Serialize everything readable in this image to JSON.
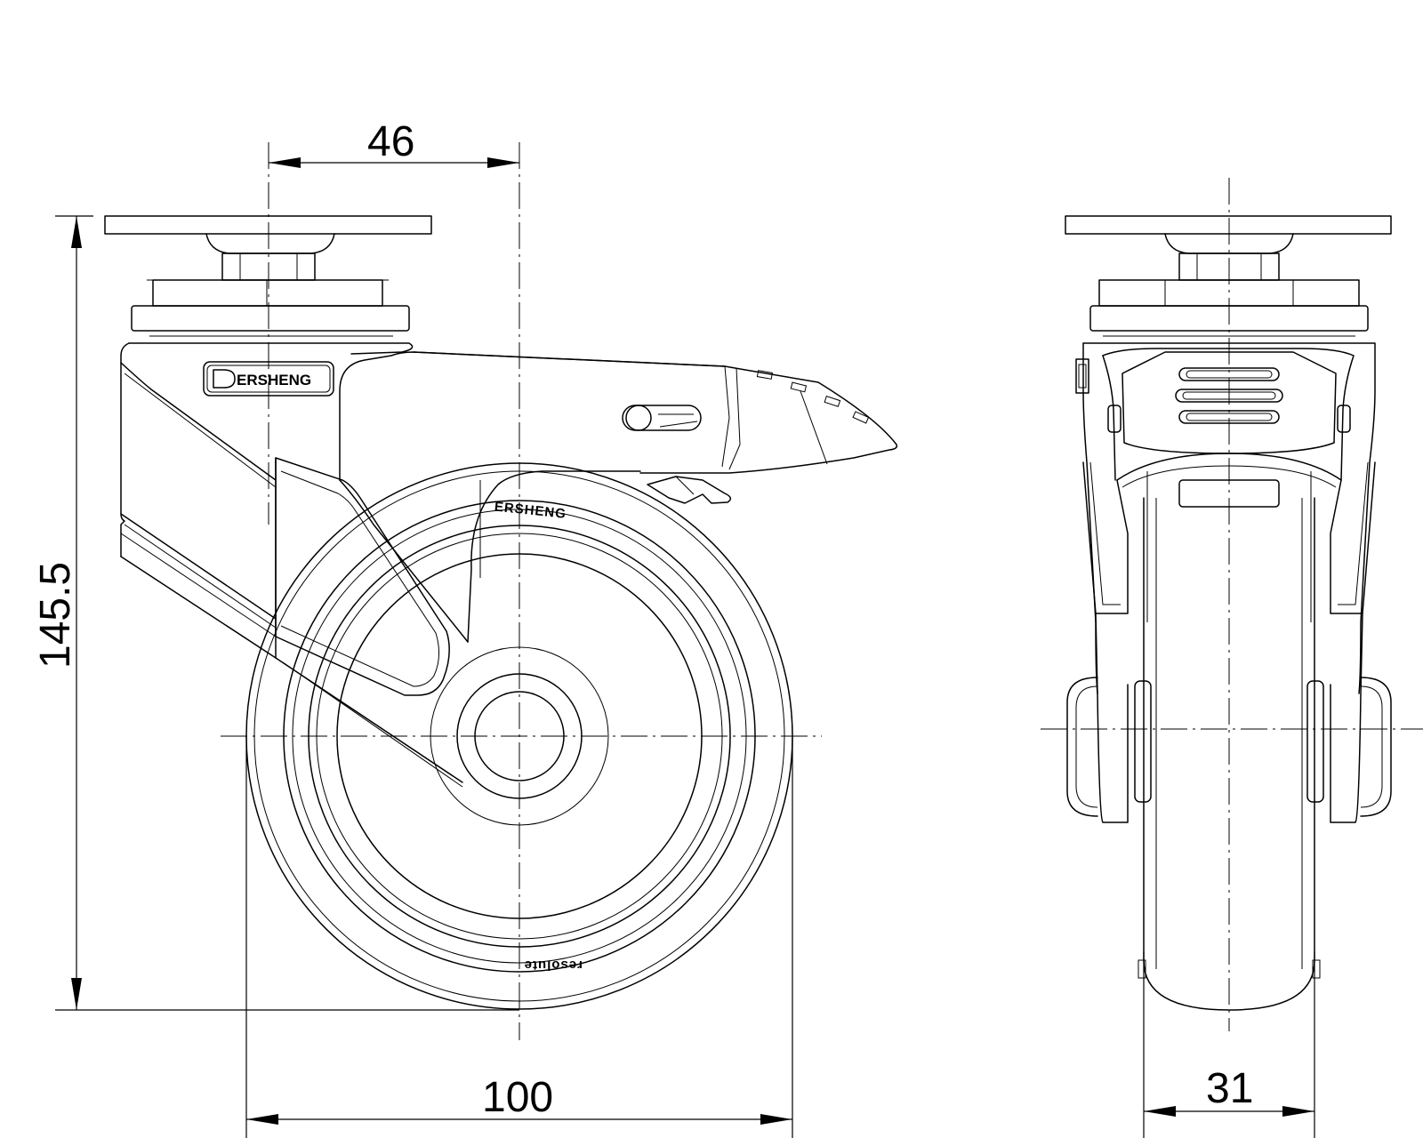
{
  "dimensions": {
    "offset": "46",
    "height": "145.5",
    "wheel_diameter": "100",
    "wheel_width": "31"
  },
  "labels": {
    "logo_text": "ERSHENG",
    "wheel_brand": "ERSHENG",
    "tread_mark": "resolute"
  }
}
